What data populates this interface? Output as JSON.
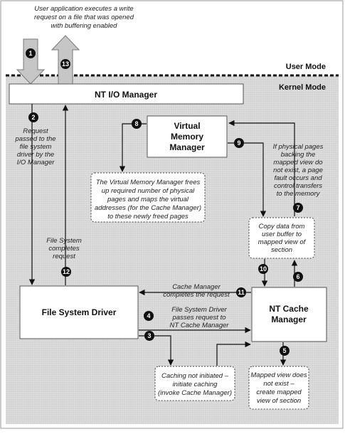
{
  "diagram": {
    "top_note": [
      "User application executes a write",
      "request on a file that was opened",
      "with buffering enabled"
    ],
    "user_mode": "User Mode",
    "kernel_mode": "Kernel Mode",
    "io_manager": "NT I/O Manager",
    "vmm": [
      "Virtual",
      "Memory",
      "Manager"
    ],
    "fsd": "File System Driver",
    "cache_manager": [
      "NT Cache",
      "Manager"
    ],
    "note_request_passed": [
      "Request",
      "passed to the",
      "file system",
      "driver by the",
      "I/O Manager"
    ],
    "note_vmm_frees": [
      "The Virtual Memory Manager frees",
      "up required number of physical",
      "pages and maps the virtual",
      "addresses (for the Cache Manager)",
      "to these newly freed pages"
    ],
    "note_page_fault": [
      "If physical pages",
      "backing the",
      "mapped view do",
      "not exist, a page",
      "fault occurs and",
      "control transfers",
      "to the memory"
    ],
    "note_copy_data": [
      "Copy data from",
      "user buffer to",
      "mapped view of",
      "section"
    ],
    "note_fs_completes": [
      "File System",
      "completes",
      "request"
    ],
    "note_cm_completes": [
      "Cache Manager",
      "completes the request"
    ],
    "note_fsd_passes": [
      "File System Driver",
      "passes request to",
      "NT Cache Manager"
    ],
    "note_caching": [
      "Caching not initiated –",
      "initiate caching",
      "(invoke Cache Manager)"
    ],
    "note_mapped_view": [
      "Mapped view does",
      "not exist –",
      "create mapped",
      "view of section"
    ],
    "steps": [
      "1",
      "2",
      "3",
      "4",
      "5",
      "6",
      "7",
      "8",
      "9",
      "10",
      "11",
      "12",
      "13"
    ]
  }
}
